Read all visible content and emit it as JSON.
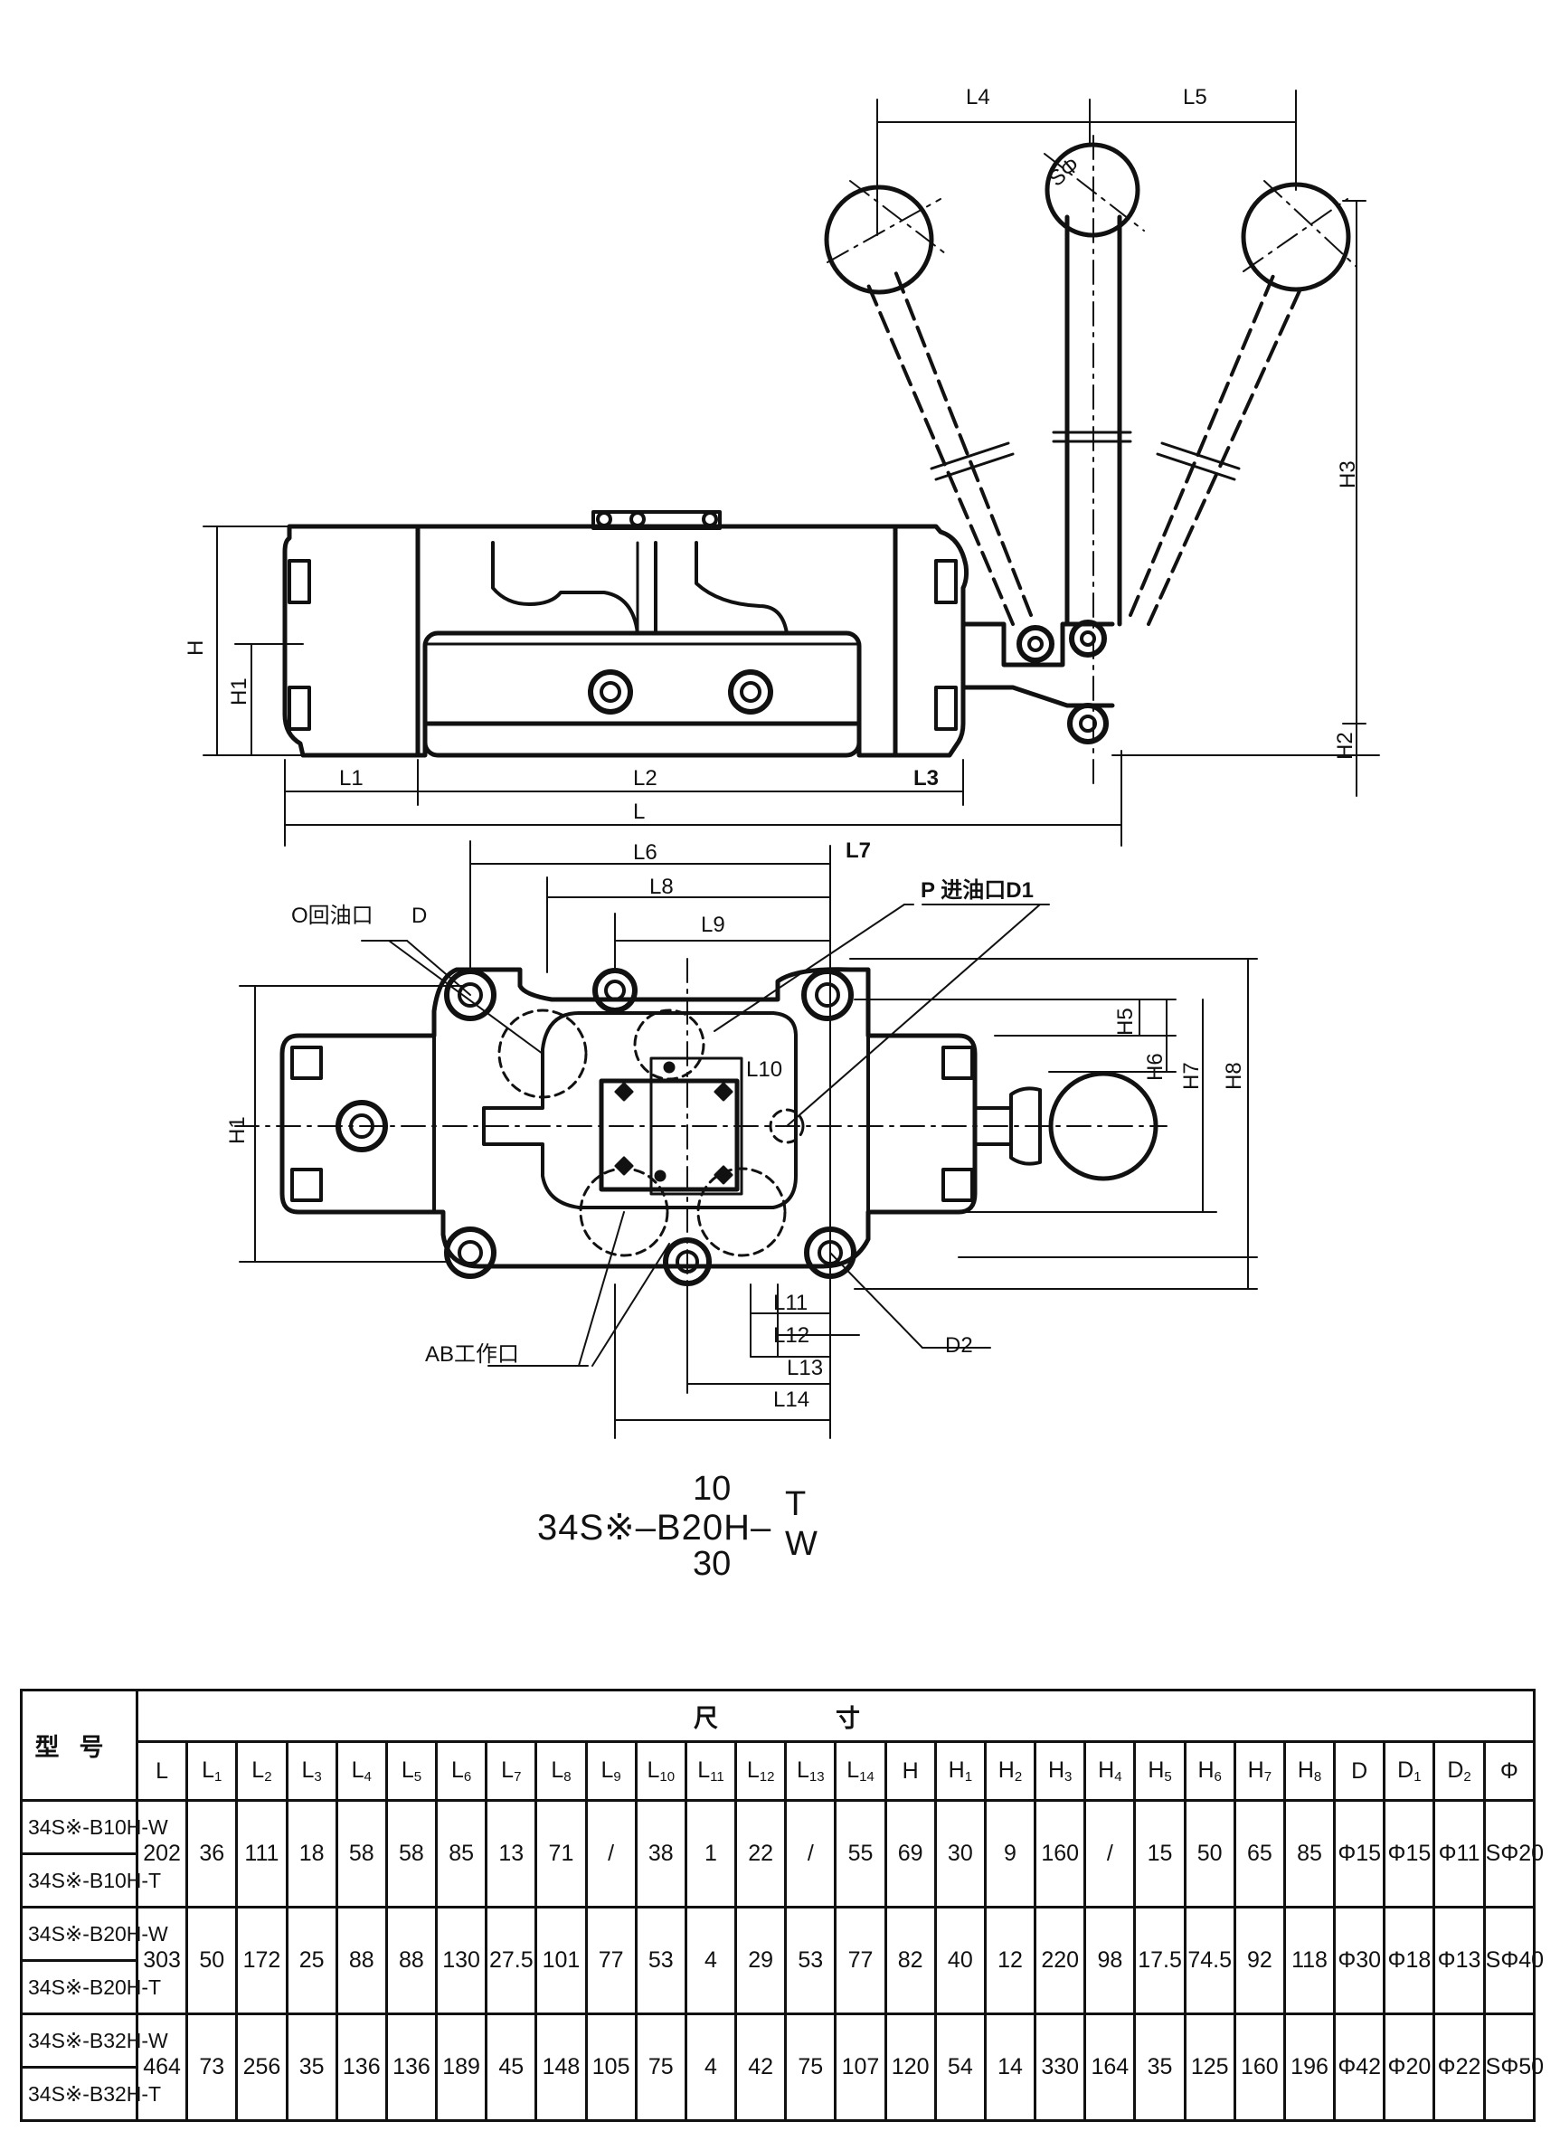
{
  "labels": {
    "L4": "L4",
    "L5": "L5",
    "S_phi": "SΦ",
    "H3": "H3",
    "H": "H",
    "H1_front": "H1",
    "H2": "H2",
    "L1": "L1",
    "L2": "L2",
    "L3": "L3",
    "L": "L",
    "L6": "L6",
    "L7": "L7",
    "L8": "L8",
    "L9": "L9",
    "L10": "L10",
    "O_port": "O回油口",
    "D": "D",
    "P_port": "P 进油口D1",
    "H1_top": "H1",
    "H5": "H5",
    "H6": "H6",
    "H7": "H7",
    "H8": "H8",
    "L11": "L11",
    "L12": "L12",
    "L13": "L13",
    "L14": "L14",
    "AB_port": "AB工作口",
    "D2": "D2"
  },
  "model_code": {
    "base": "34S※–B",
    "size_top": "10",
    "size_mid": "20H–",
    "size_bot": "30",
    "opt_t": "T",
    "opt_w": "W"
  },
  "table": {
    "model_header": "型号",
    "dims_header": "尺寸",
    "columns": [
      "L",
      "L1",
      "L2",
      "L3",
      "L4",
      "L5",
      "L6",
      "L7",
      "L8",
      "L9",
      "L10",
      "L11",
      "L12",
      "L13",
      "L14",
      "H",
      "H1",
      "H2",
      "H3",
      "H4",
      "H5",
      "H6",
      "H7",
      "H8",
      "D",
      "D1",
      "D2",
      "Φ"
    ],
    "groups": [
      {
        "models": [
          "34S※-B10H-W",
          "34S※-B10H-T"
        ],
        "values": [
          "202",
          "36",
          "111",
          "18",
          "58",
          "58",
          "85",
          "13",
          "71",
          "/",
          "38",
          "1",
          "22",
          "/",
          "55",
          "69",
          "30",
          "9",
          "160",
          "/",
          "15",
          "50",
          "65",
          "85",
          "Φ15",
          "Φ15",
          "Φ11",
          "SΦ20"
        ]
      },
      {
        "models": [
          "34S※-B20H-W",
          "34S※-B20H-T"
        ],
        "values": [
          "303",
          "50",
          "172",
          "25",
          "88",
          "88",
          "130",
          "27.5",
          "101",
          "77",
          "53",
          "4",
          "29",
          "53",
          "77",
          "82",
          "40",
          "12",
          "220",
          "98",
          "17.5",
          "74.5",
          "92",
          "118",
          "Φ30",
          "Φ18",
          "Φ13",
          "SΦ40"
        ]
      },
      {
        "models": [
          "34S※-B32H-W",
          "34S※-B32H-T"
        ],
        "values": [
          "464",
          "73",
          "256",
          "35",
          "136",
          "136",
          "189",
          "45",
          "148",
          "105",
          "75",
          "4",
          "42",
          "75",
          "107",
          "120",
          "54",
          "14",
          "330",
          "164",
          "35",
          "125",
          "160",
          "196",
          "Φ42",
          "Φ20",
          "Φ22",
          "SΦ50"
        ]
      }
    ]
  }
}
